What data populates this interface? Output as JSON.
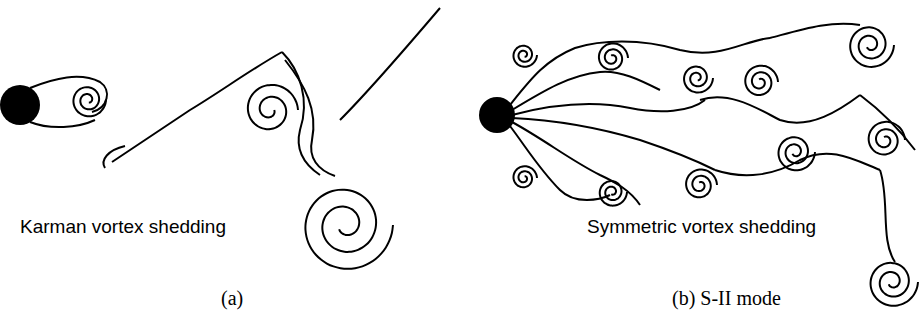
{
  "diagram": {
    "labels": [
      "Karman vortex shedding",
      "Symmetric vortex shedding",
      "(a)",
      "(b) S-II mode"
    ]
  }
}
